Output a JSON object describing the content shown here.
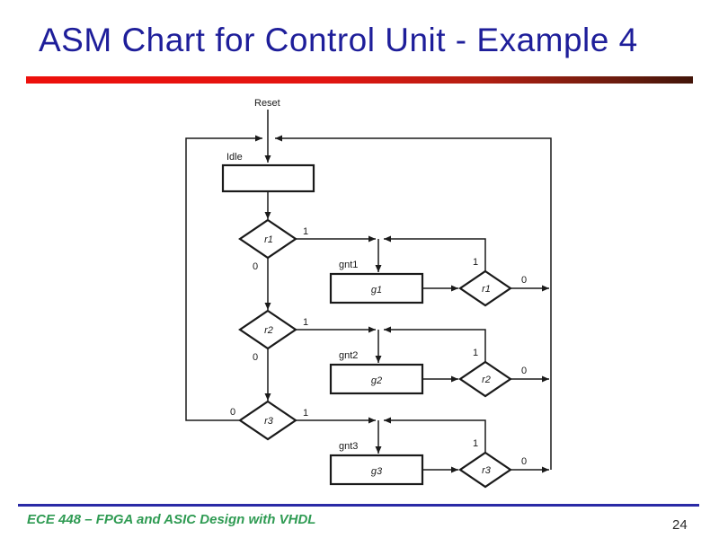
{
  "slide": {
    "title": "ASM Chart for Control Unit - Example 4",
    "title_color": "#1e1e9a",
    "accent_line_colors": [
      "#ed100c",
      "#421509"
    ]
  },
  "footer": {
    "course": "ECE 448 – FPGA and ASIC Design with VHDL",
    "page_number": "24",
    "divider_color": "#2a2aa6",
    "course_color": "#2f9b53"
  },
  "diagram": {
    "reset_label": "Reset",
    "idle_label": "Idle",
    "branch_true": "1",
    "branch_false": "0",
    "rows": [
      {
        "request": "r1",
        "grant_signal": "gnt1",
        "grant_state": "g1"
      },
      {
        "request": "r2",
        "grant_signal": "gnt2",
        "grant_state": "g2"
      },
      {
        "request": "r3",
        "grant_signal": "gnt3",
        "grant_state": "g3"
      }
    ]
  }
}
